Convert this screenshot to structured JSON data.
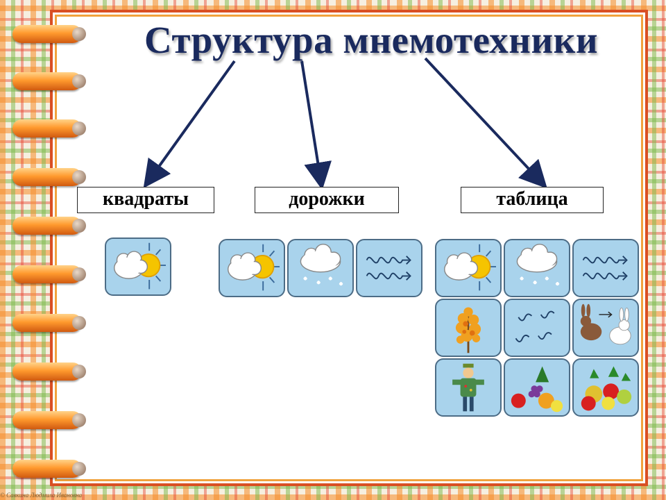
{
  "slide": {
    "title": "Структура мнемотехники",
    "sections": [
      {
        "label": "квадраты"
      },
      {
        "label": "дорожки"
      },
      {
        "label": "таблица"
      }
    ],
    "footer": "© Савкина Людмила Ивановна"
  },
  "colors": {
    "title": "#1a2a5e",
    "arrow": "#1a2a5e",
    "tile_bg": "#a9d3ec",
    "tile_border": "#4c6c86",
    "frame": "#d94f23"
  },
  "tiles": {
    "square": [
      "sun-cloud-icon"
    ],
    "track": [
      "sun-cloud-icon",
      "rain-cloud-icon",
      "wind-icon"
    ],
    "table": [
      [
        "sun-cloud-icon",
        "rain-cloud-icon",
        "wind-icon"
      ],
      [
        "autumn-tree-icon",
        "birds-icon",
        "hare-icon"
      ],
      [
        "scarecrow-icon",
        "vegetables-icon",
        "fruits-icon"
      ]
    ]
  }
}
